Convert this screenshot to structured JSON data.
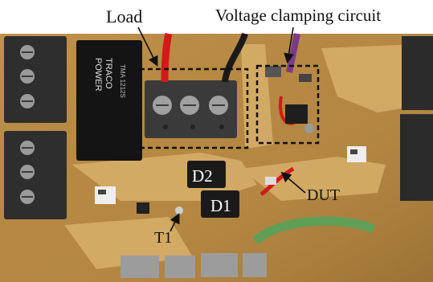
{
  "labels": {
    "load": "Load",
    "clamp": "Voltage clamping circuit",
    "d2": "D2",
    "d1": "D1",
    "dut": "DUT",
    "t1": "T1"
  },
  "colors": {
    "board": "#b78a44",
    "board_dark": "#8f672c",
    "copper": "#d8b06a",
    "terminal": "#2e2e2e",
    "red_wire": "#d21a1a",
    "green_wire": "#5f9f58",
    "purple_wire": "#7c3a8a",
    "black_wire": "#1a1a1a",
    "annotation": "#111111"
  }
}
